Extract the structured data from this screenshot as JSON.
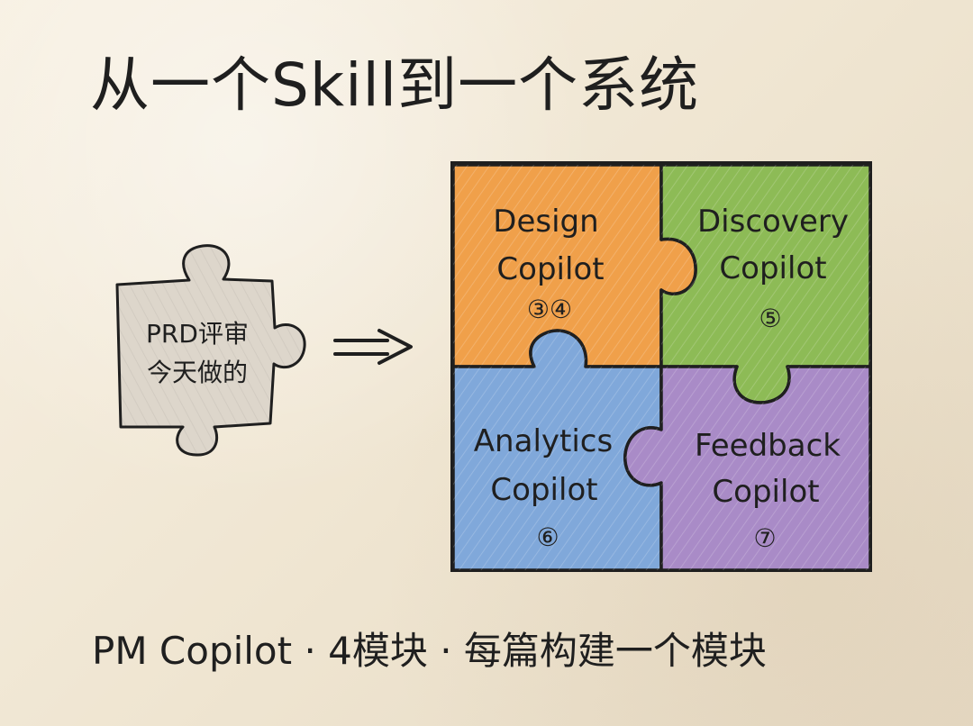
{
  "title": "从一个Skill到一个系统",
  "left_piece": {
    "line1": "PRD评审",
    "line2": "今天做的"
  },
  "modules": [
    {
      "key": "design",
      "line1": "Design",
      "line2": "Copilot",
      "badge": "③④",
      "color": "#f0a04a"
    },
    {
      "key": "discovery",
      "line1": "Discovery",
      "line2": "Copilot",
      "badge": "⑤",
      "color": "#8dbb56"
    },
    {
      "key": "analytics",
      "line1": "Analytics",
      "line2": "Copilot",
      "badge": "⑥",
      "color": "#80a8da"
    },
    {
      "key": "feedback",
      "line1": "Feedback",
      "line2": "Copilot",
      "badge": "⑦",
      "color": "#a98bc7"
    }
  ],
  "footer": "PM Copilot · 4模块 · 每篇构建一个模块",
  "colors": {
    "ink": "#1f1f1f",
    "paper": "#f1e9d8",
    "left_piece": "#ddd6cb"
  }
}
